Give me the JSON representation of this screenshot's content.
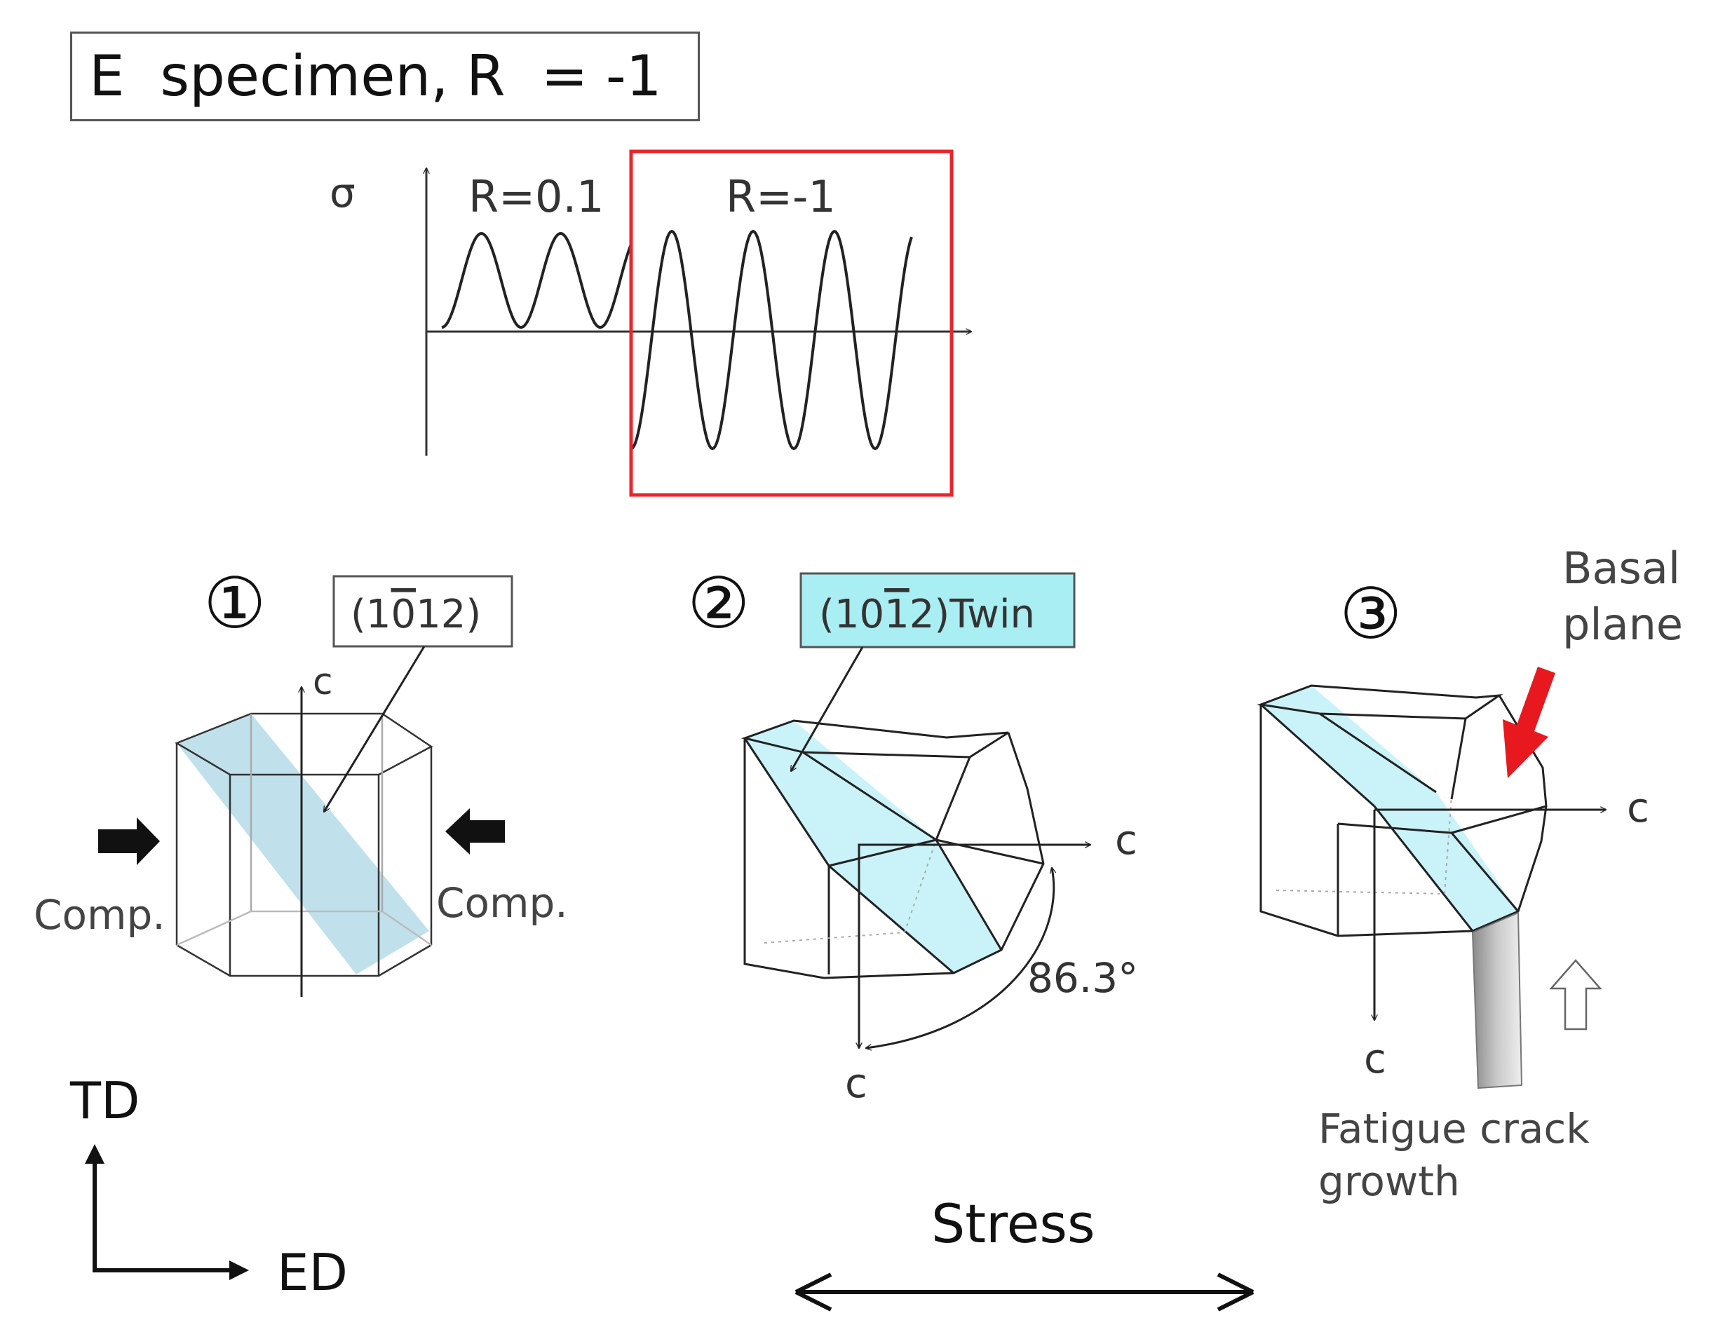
{
  "title": "E  specimen, R  = -1",
  "waveform": {
    "y_label": "σ",
    "segment1_label": "R=0.1",
    "segment2_label": "R=-1",
    "highlight_color": "#e8252a"
  },
  "steps": [
    {
      "number": "①",
      "plane_label_prefix": "(1",
      "plane_label_bar": "0",
      "plane_label_suffix": "12)",
      "axis_label": "c",
      "left_force_label": "Comp.",
      "right_force_label": "Comp."
    },
    {
      "number": "②",
      "plane_label_prefix": "(10",
      "plane_label_bar": "1",
      "plane_label_suffix": "2)Twin",
      "axis_label_horizontal": "c",
      "axis_label_vertical": "c",
      "angle_label": "86.3°"
    },
    {
      "number": "③",
      "basal_label_line1": "Basal",
      "basal_label_line2": "plane",
      "axis_label_horizontal": "c",
      "axis_label_vertical": "c",
      "crack_label_line1": "Fatigue crack",
      "crack_label_line2": "growth"
    }
  ],
  "coords": {
    "td_label": "TD",
    "ed_label": "ED"
  },
  "stress": {
    "label": "Stress"
  },
  "colors": {
    "twin_fill": "#c9f3f8",
    "plane_fill": "#b5dce8",
    "label_box_fill": "#a8eef3",
    "arrow_red": "#e8181f"
  }
}
